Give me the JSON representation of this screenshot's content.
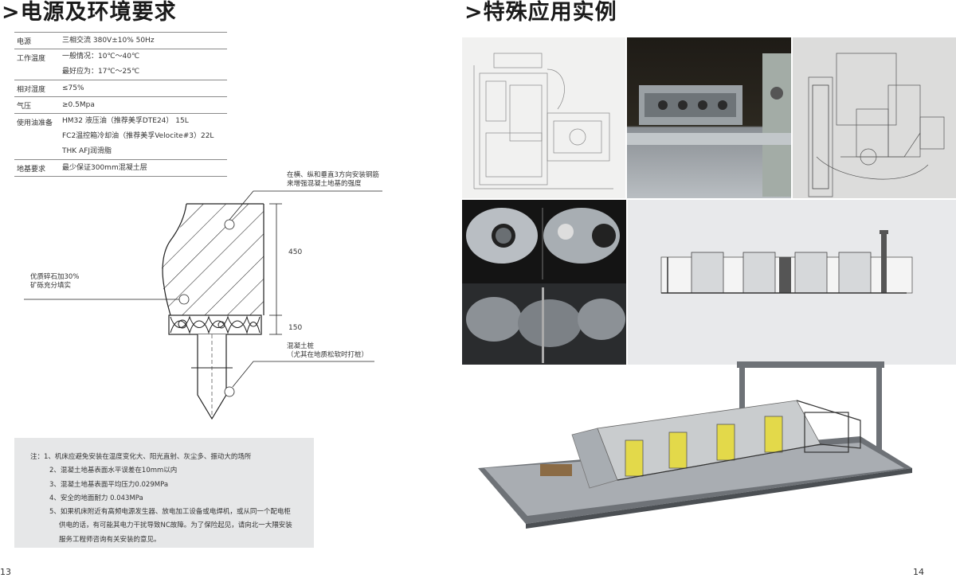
{
  "left": {
    "title": ">电源及环境要求",
    "specs": [
      {
        "key": "电源",
        "values": [
          "三相交流 380V±10%    50Hz"
        ]
      },
      {
        "key": "工作温度",
        "values": [
          "一般情况：10℃～40℃",
          "最好应为：17℃～25℃"
        ]
      },
      {
        "key": "相对湿度",
        "values": [
          "≤75%"
        ]
      },
      {
        "key": "气压",
        "values": [
          "≥0.5Mpa"
        ]
      },
      {
        "key": "使用油准备",
        "values": [
          "HM32 液压油（推荐美孚DTE24）  15L",
          "FC2温控箱冷却油（推荐美孚Velocite#3）22L",
          "THK AFJ润滑脂"
        ]
      },
      {
        "key": "地基要求",
        "values": [
          "最少保证300mm混凝土层"
        ]
      }
    ],
    "diagram": {
      "note_rebar": [
        "在横、纵和垂直3方向安装钢筋",
        "来增强混凝土地基的强度"
      ],
      "note_gravel": [
        "优质碎石加30%",
        "矿砾充分填实"
      ],
      "dim_450": "450",
      "dim_150": "150",
      "note_pile": [
        "混凝土桩",
        "（尤其在地质松软时打桩）"
      ]
    },
    "notes": [
      "注：1、机床应避免安装在温度变化大、阳光直射、灰尘多、振动大的场所",
      "2、混凝土地基表面水平误差在10mm以内",
      "3、混凝土地基表面平均压力0.029MPa",
      "4、安全的地面耐力 0.043MPa",
      "5、如果机床附近有高频电源发生器、放电加工设备或电焊机，或从同一个配电柜",
      "供电的话，有可能其电力干扰导致NC故障。为了保险起见，请向北一大隈安装",
      "服务工程师咨询有关安装的意见。"
    ],
    "page_number": "13"
  },
  "right": {
    "title": ">特殊应用实例",
    "page_number": "14"
  },
  "colors": {
    "text": "#231f20",
    "rule": "#8a8a8a",
    "notes_bg": "#e6e7e8"
  }
}
